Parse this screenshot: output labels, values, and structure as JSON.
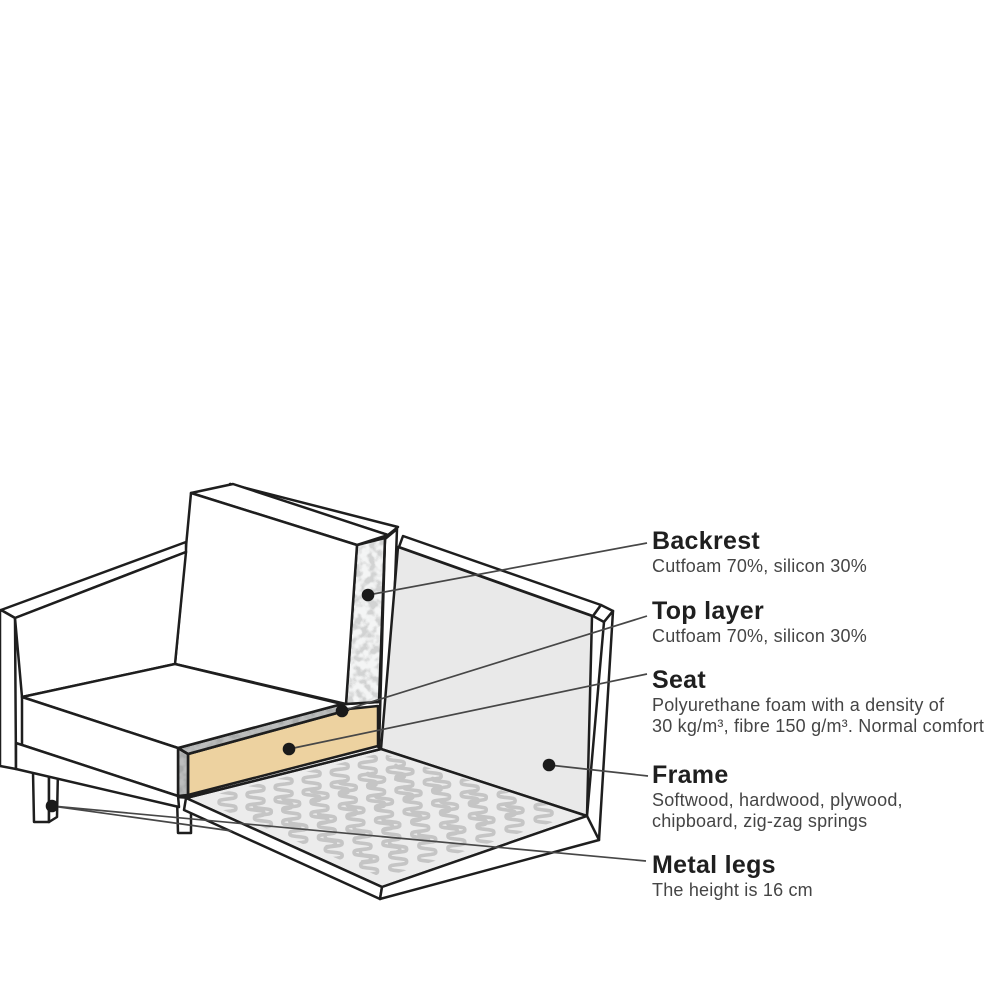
{
  "figure": {
    "type": "diagram",
    "subject": "sofa-construction-cutaway",
    "labels": [
      {
        "id": "backrest",
        "title": "Backrest",
        "desc_lines": [
          "Cutfoam 70%, silicon 30%"
        ]
      },
      {
        "id": "top_layer",
        "title": "Top layer",
        "desc_lines": [
          "Cutfoam 70%, silicon 30%"
        ]
      },
      {
        "id": "seat",
        "title": "Seat",
        "desc_lines": [
          "Polyurethane foam with a density of",
          "30 kg/m³, fibre 150 g/m³. Normal comfort"
        ]
      },
      {
        "id": "frame",
        "title": "Frame",
        "desc_lines": [
          "Softwood, hardwood, plywood,",
          "chipboard, zig-zag springs"
        ]
      },
      {
        "id": "metal_legs",
        "title": "Metal legs",
        "desc_lines": [
          "The height is 16 cm"
        ]
      }
    ]
  },
  "colors": {
    "background": "#ffffff",
    "outline": "#1e1e1e",
    "upholstery_white": "#ffffff",
    "frame_panel_gray": "#e9e9e9",
    "frame_floor_gray": "#ececec",
    "foam_tan": "#edd2a0",
    "springs_gray": "#c5c5c5",
    "callout_dot": "#1a1a1a",
    "callout_line": "#474747",
    "heading_text": "#1f1f1f",
    "desc_text": "#454545"
  }
}
